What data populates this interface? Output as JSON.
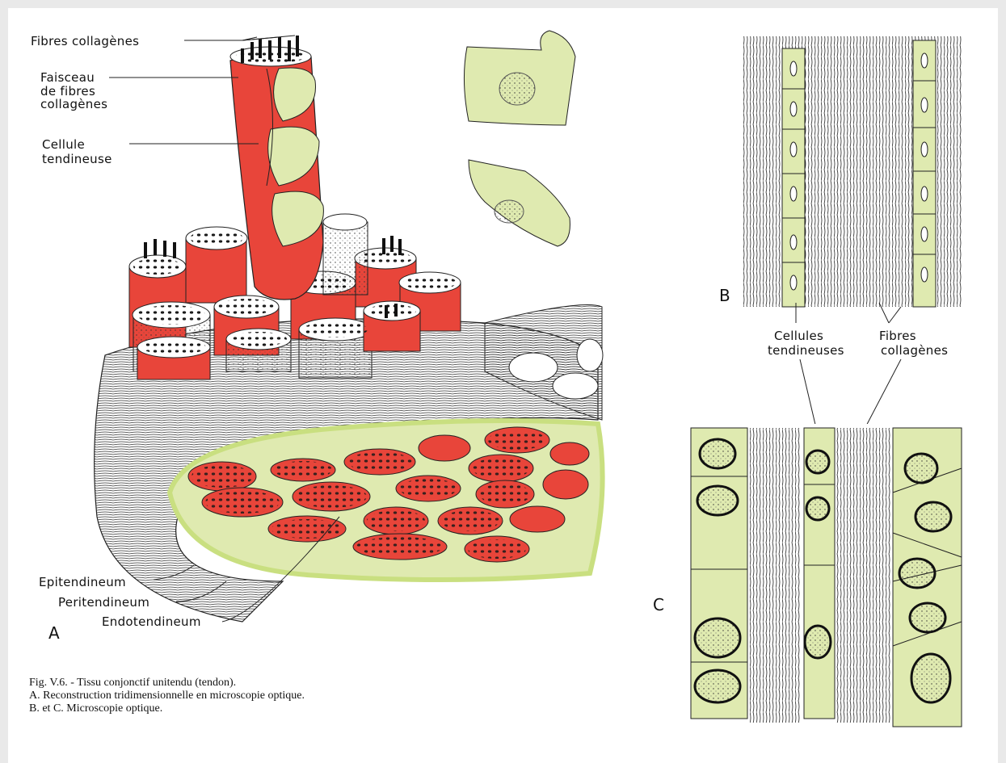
{
  "labels": {
    "fibres_collagenes_top": "Fibres collagènes",
    "faisceau_line1": "Faisceau",
    "faisceau_line2": "de fibres",
    "faisceau_line3": "collagènes",
    "cellule_line1": "Cellule",
    "cellule_line2": "tendineuse",
    "epitendineum": "Epitendineum",
    "peritendineum": "Peritendineum",
    "endotendineum": "Endotendineum",
    "panel_a": "A",
    "panel_b": "B",
    "panel_c": "C",
    "cellules_line1": "Cellules",
    "cellules_line2": "tendineuses",
    "fibres_b_line1": "Fibres",
    "fibres_b_line2": "collagènes"
  },
  "caption": {
    "line1": "Fig. V.6. - Tissu conjonctif unitendu (tendon).",
    "line2": "A. Reconstruction tridimensionnelle en microscopie optique.",
    "line3": "B. et C. Microscopie optique."
  },
  "colors": {
    "red": "#e8453a",
    "green": "#dfeab0",
    "green_glow": "#d6e89a",
    "ink": "#1a1a1a"
  }
}
